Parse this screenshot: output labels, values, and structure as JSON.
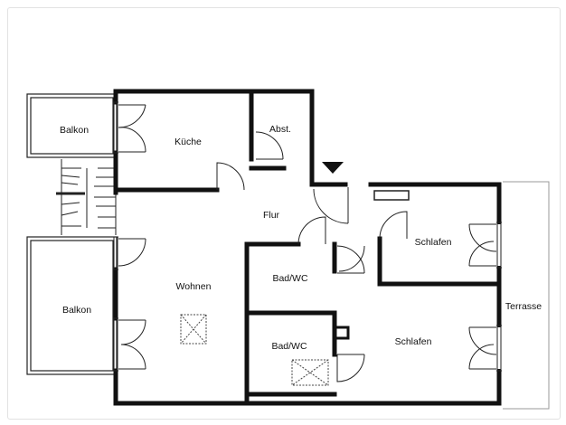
{
  "rooms": {
    "balkon_top": "Balkon",
    "kueche": "Küche",
    "abst": "Abst.",
    "flur": "Flur",
    "schlafen_1": "Schlafen",
    "wohnen": "Wohnen",
    "bad_wc_1": "Bad/WC",
    "balkon_bottom": "Balkon",
    "terrasse": "Terrasse",
    "bad_wc_2": "Bad/WC",
    "schlafen_2": "Schlafen"
  },
  "symbols": {
    "entrance": "triangle-down-icon",
    "skylight": "cross-box-icon",
    "shaft": "square-icon"
  },
  "colors": {
    "wall": "#111111",
    "thin_line": "#222222",
    "terrace_line": "#9a9a9a",
    "frame_border": "#e2e2e2"
  }
}
